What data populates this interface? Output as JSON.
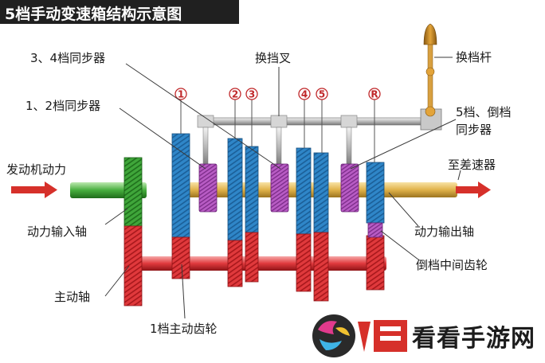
{
  "title": "5档手动变速箱结构示意图",
  "labels": {
    "sync_34": "3、4档同步器",
    "sync_12": "1、2档同步器",
    "shift_fork": "换挡叉",
    "shift_lever": "换档杆",
    "sync_5r_line1": "5档、倒档",
    "sync_5r_line2": "同步器",
    "engine_power": "发动机动力",
    "to_differential": "至差速器",
    "input_shaft": "动力输入轴",
    "output_shaft": "动力输出轴",
    "reverse_idler": "倒档中间齿轮",
    "main_shaft": "主动轴",
    "first_drive_gear": "1档主动齿轮"
  },
  "gear_numbers": [
    "1",
    "2",
    "3",
    "4",
    "5",
    "R"
  ],
  "watermark": {
    "text": "看看手游网"
  },
  "colors": {
    "input_shaft": "#3fa63a",
    "output_shaft": "#e0b24a",
    "driven_gear": "#2f86c8",
    "counter_gear": "#e0393c",
    "synchronizer": "#b85cc4",
    "arrow": "#d6302a"
  }
}
